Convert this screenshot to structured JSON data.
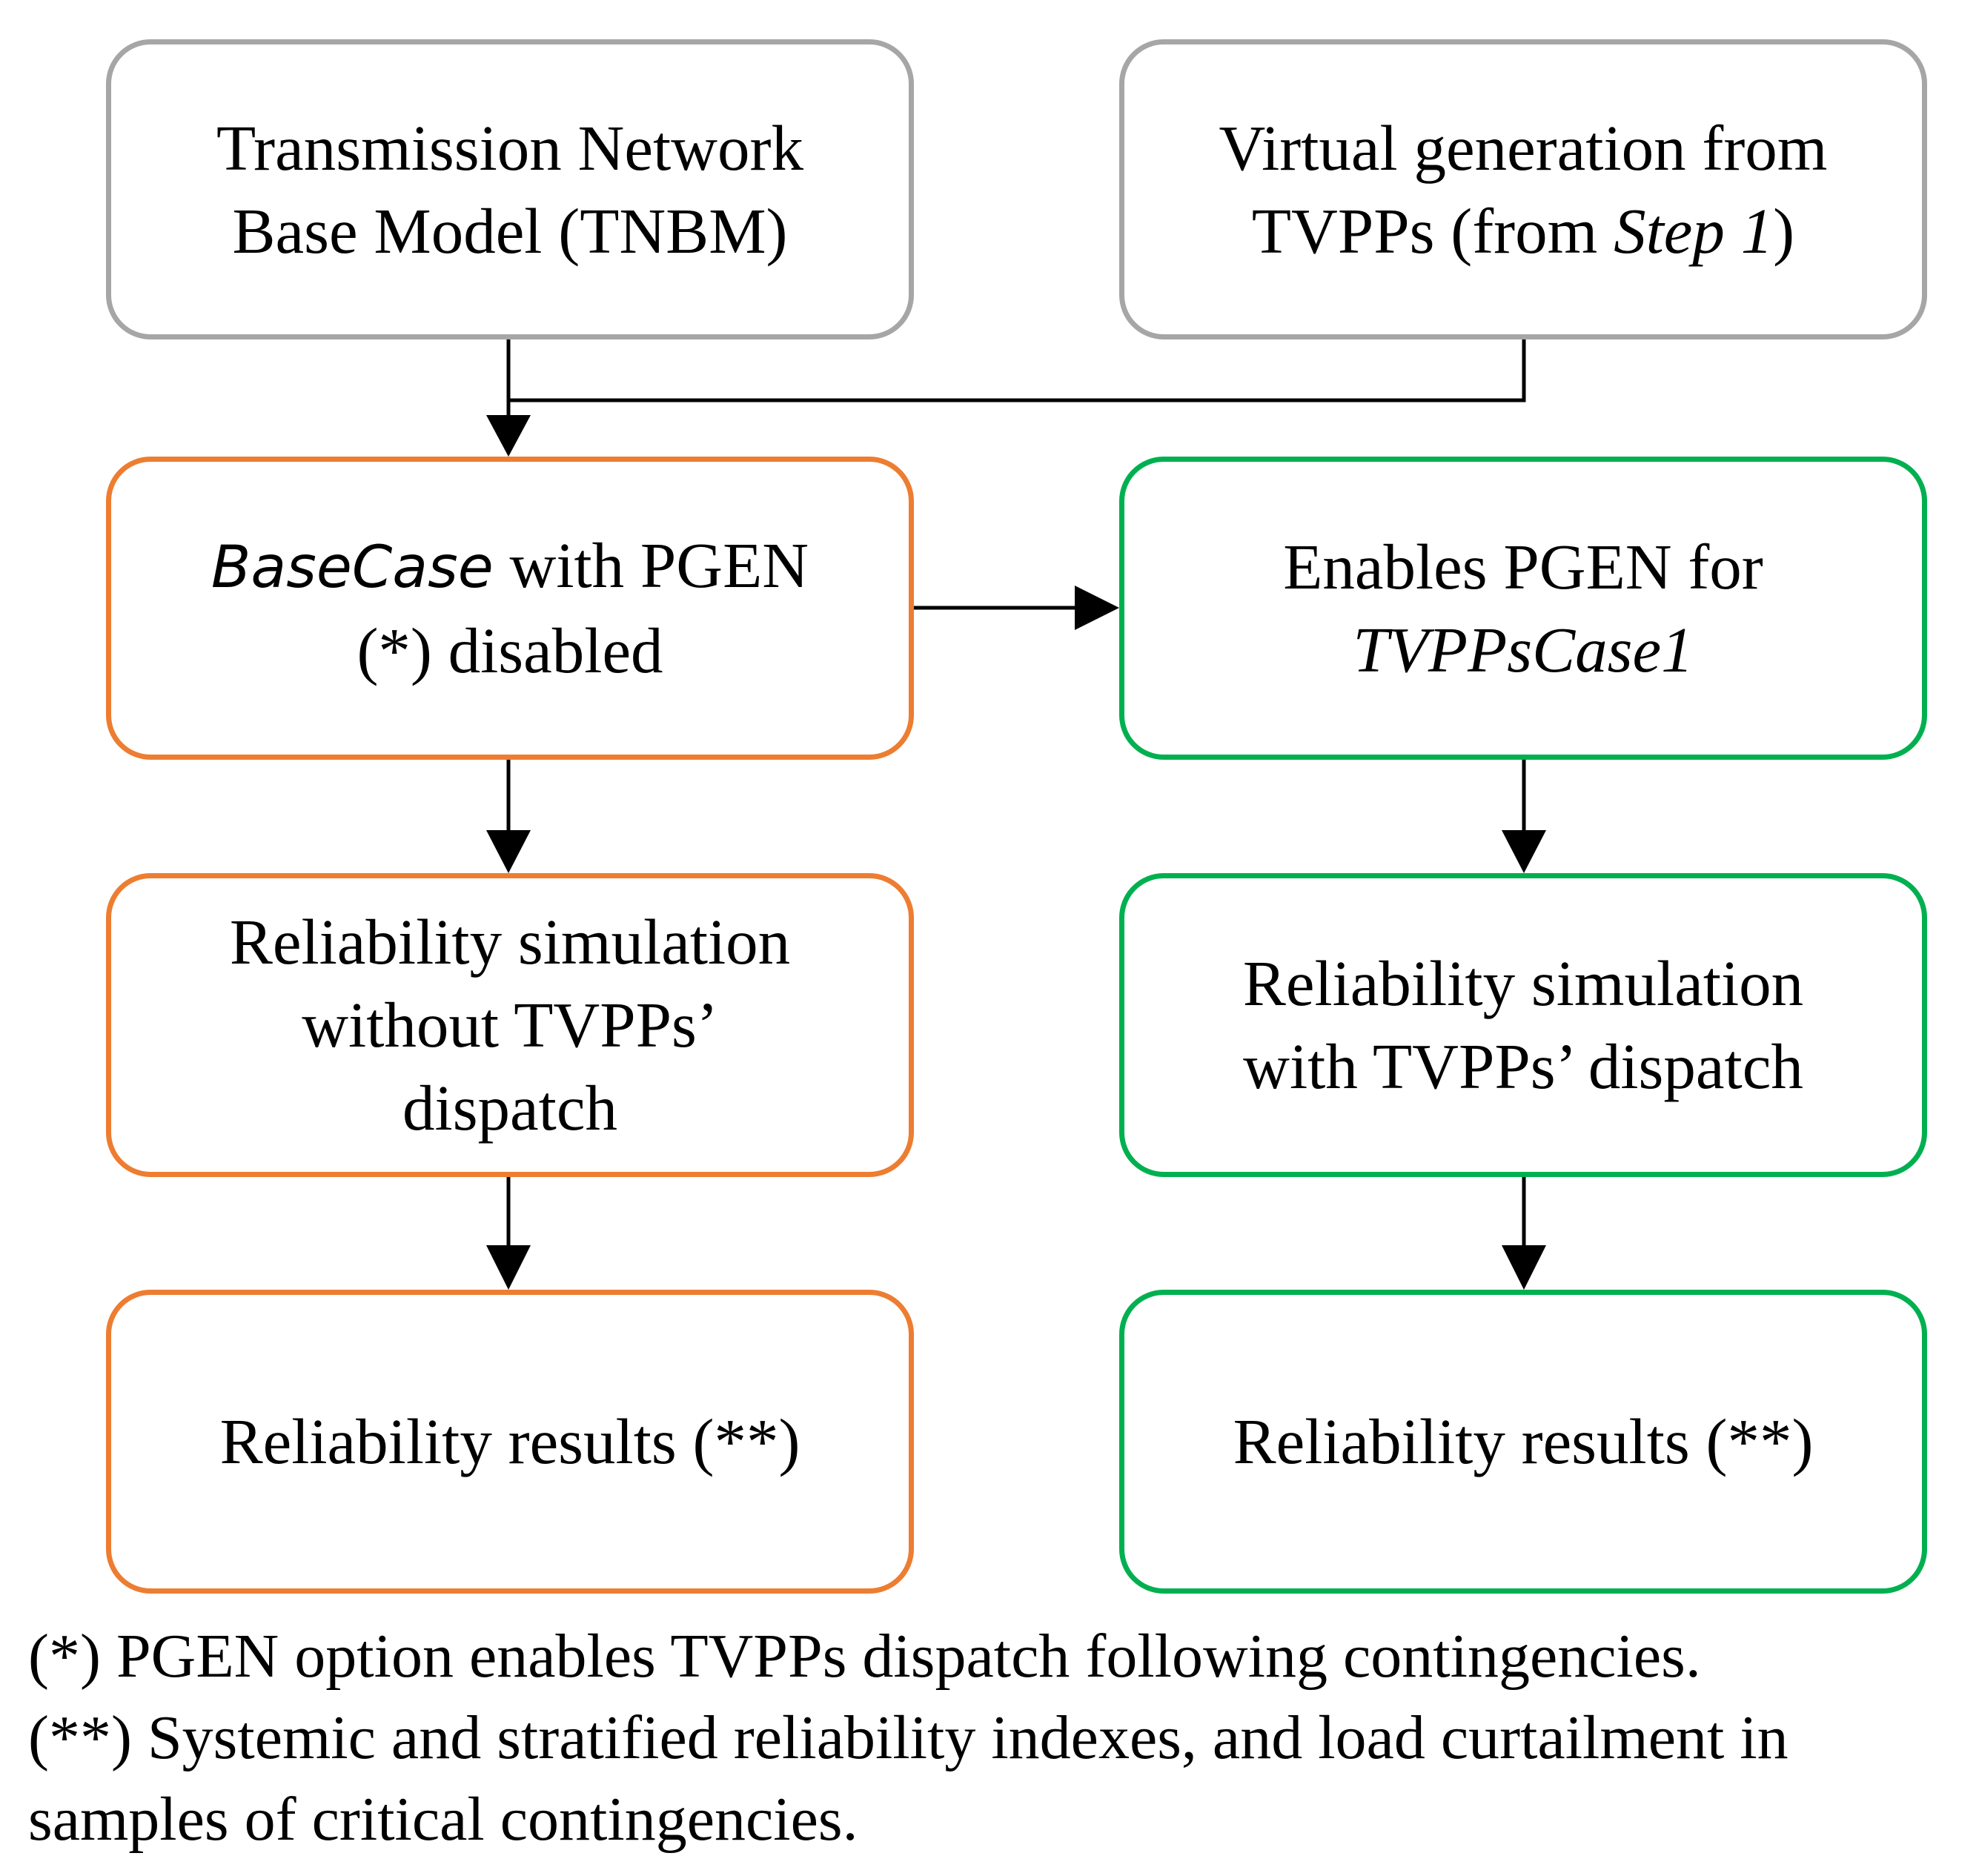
{
  "boxes": {
    "tnbm": {
      "line1": "Transmission Network",
      "line2": "Base Model (TNBM)"
    },
    "virtual": {
      "line1": "Virtual generation from",
      "line2_prefix": "TVPPs (from ",
      "line2_italic": "Step 1",
      "line2_suffix": ")"
    },
    "basecase": {
      "italic": "BaseCase",
      "line1_rest": " with PGEN",
      "line2": "(*) disabled"
    },
    "enables": {
      "line1": "Enables PGEN for",
      "line2_italic": "TVPPsCase1"
    },
    "sim_without": {
      "line1": "Reliability simulation",
      "line2": "without TVPPs’",
      "line3": "dispatch"
    },
    "sim_with": {
      "line1": "Reliability simulation",
      "line2": "with TVPPs’ dispatch"
    },
    "results_left": {
      "label": "Reliability results (**)"
    },
    "results_right": {
      "label": "Reliability results (**)"
    }
  },
  "notes": {
    "note1": "(*) PGEN option enables TVPPs dispatch following contingencies.",
    "note2": "(**) Systemic and stratified reliability indexes, and load curtailment in",
    "note3": "samples of critical contingencies."
  },
  "colors": {
    "gray_border": "#a6a6a6",
    "orange_border": "#ed7d31",
    "green_border": "#00b050",
    "arrow": "#000000"
  }
}
